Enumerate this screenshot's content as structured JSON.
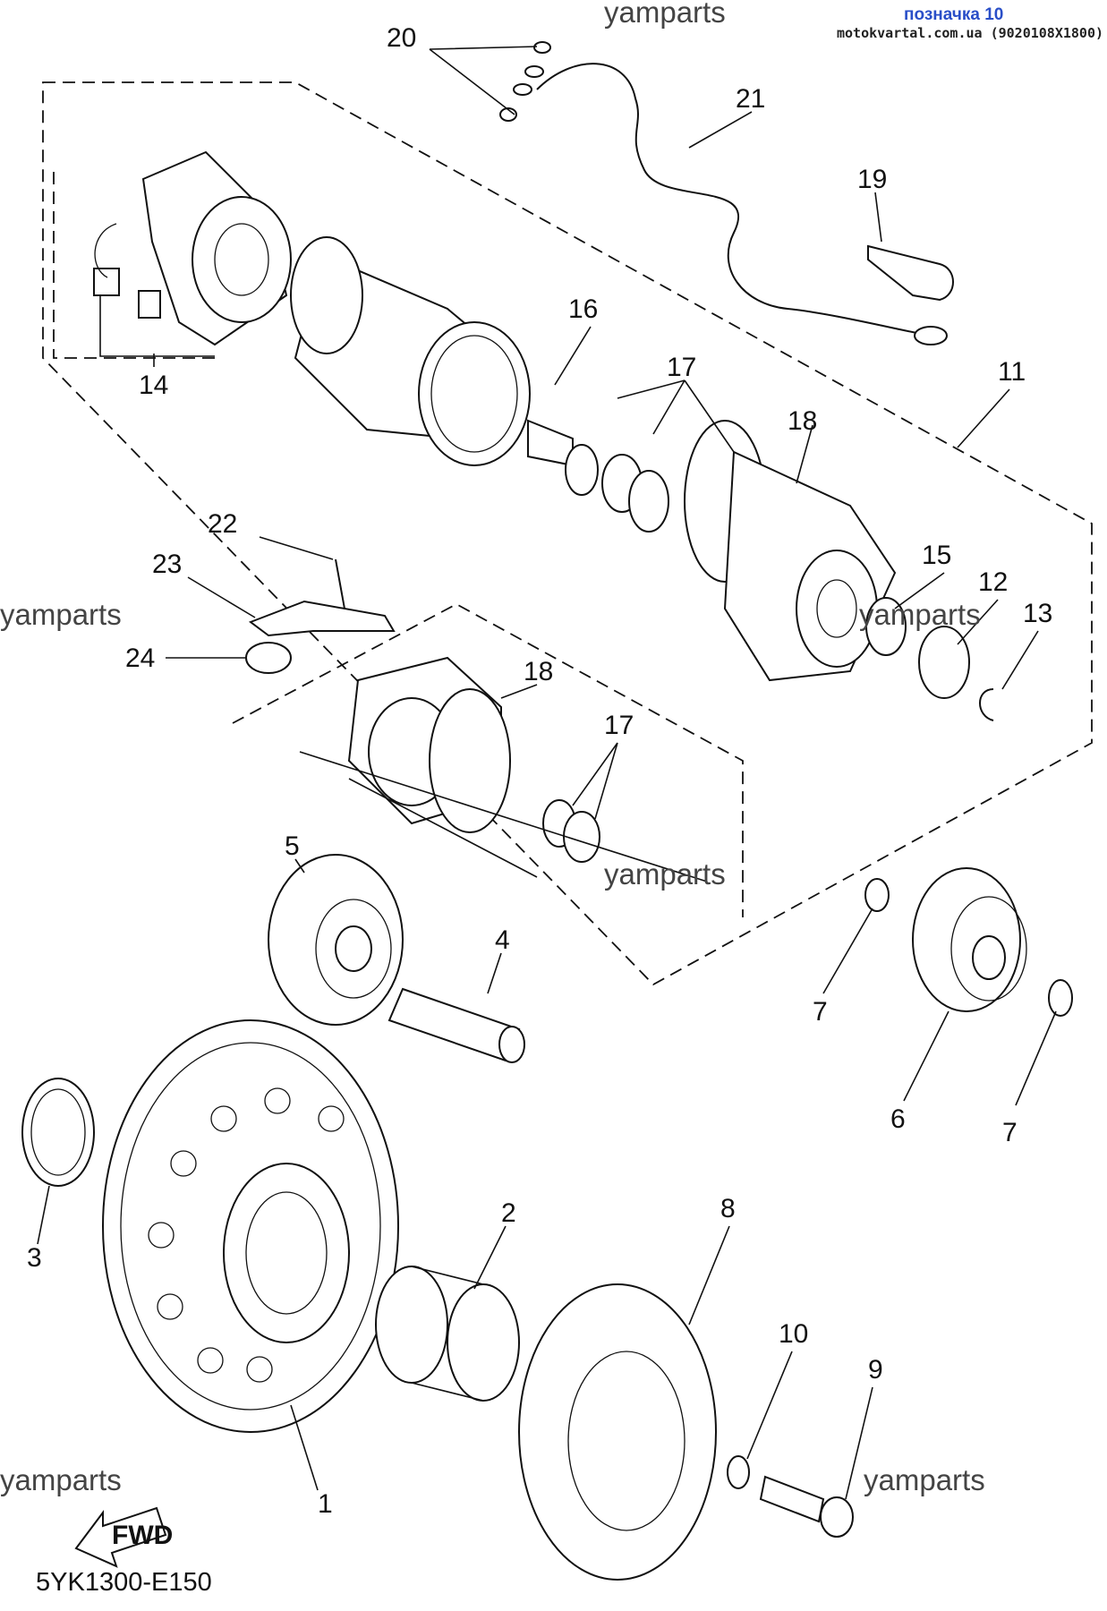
{
  "header": {
    "link_text": "позначка 10",
    "site_text": "motokvartal.com.ua (9020108X1800)"
  },
  "watermark": "yamparts",
  "diagram_code": "5YK1300-E150",
  "fwd_label": "FWD",
  "callouts": [
    "1",
    "2",
    "3",
    "4",
    "5",
    "6",
    "7",
    "7",
    "8",
    "9",
    "10",
    "11",
    "12",
    "13",
    "14",
    "15",
    "16",
    "17",
    "17",
    "18",
    "18",
    "19",
    "20",
    "21",
    "22",
    "23",
    "24"
  ]
}
